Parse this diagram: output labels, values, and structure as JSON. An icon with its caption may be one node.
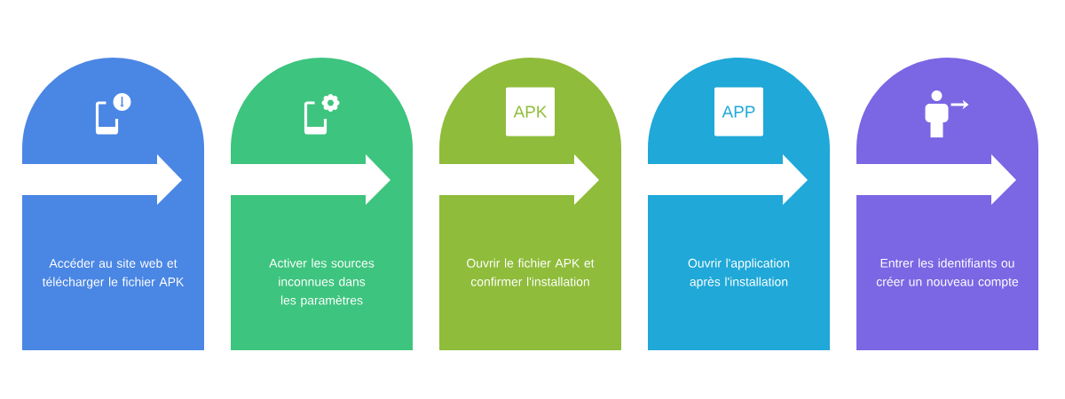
{
  "diagram": {
    "nodes": [
      {
        "text": [
          "Accéder au site web et télécharger le fichier APK"
        ]
      },
      {
        "text": [
          "Activer les sources inconnues dans les paramètres"
        ]
      },
      {
        "text": [
          "APK",
          "Ouvrir le fichier APK et confirmer l'installation"
        ]
      },
      {
        "text": [
          "APP",
          "Ouvrir l'application après l'installation"
        ]
      },
      {
        "text": [
          "Entrer les identifiants ou créer un nouveau compte"
        ]
      }
    ]
  }
}
